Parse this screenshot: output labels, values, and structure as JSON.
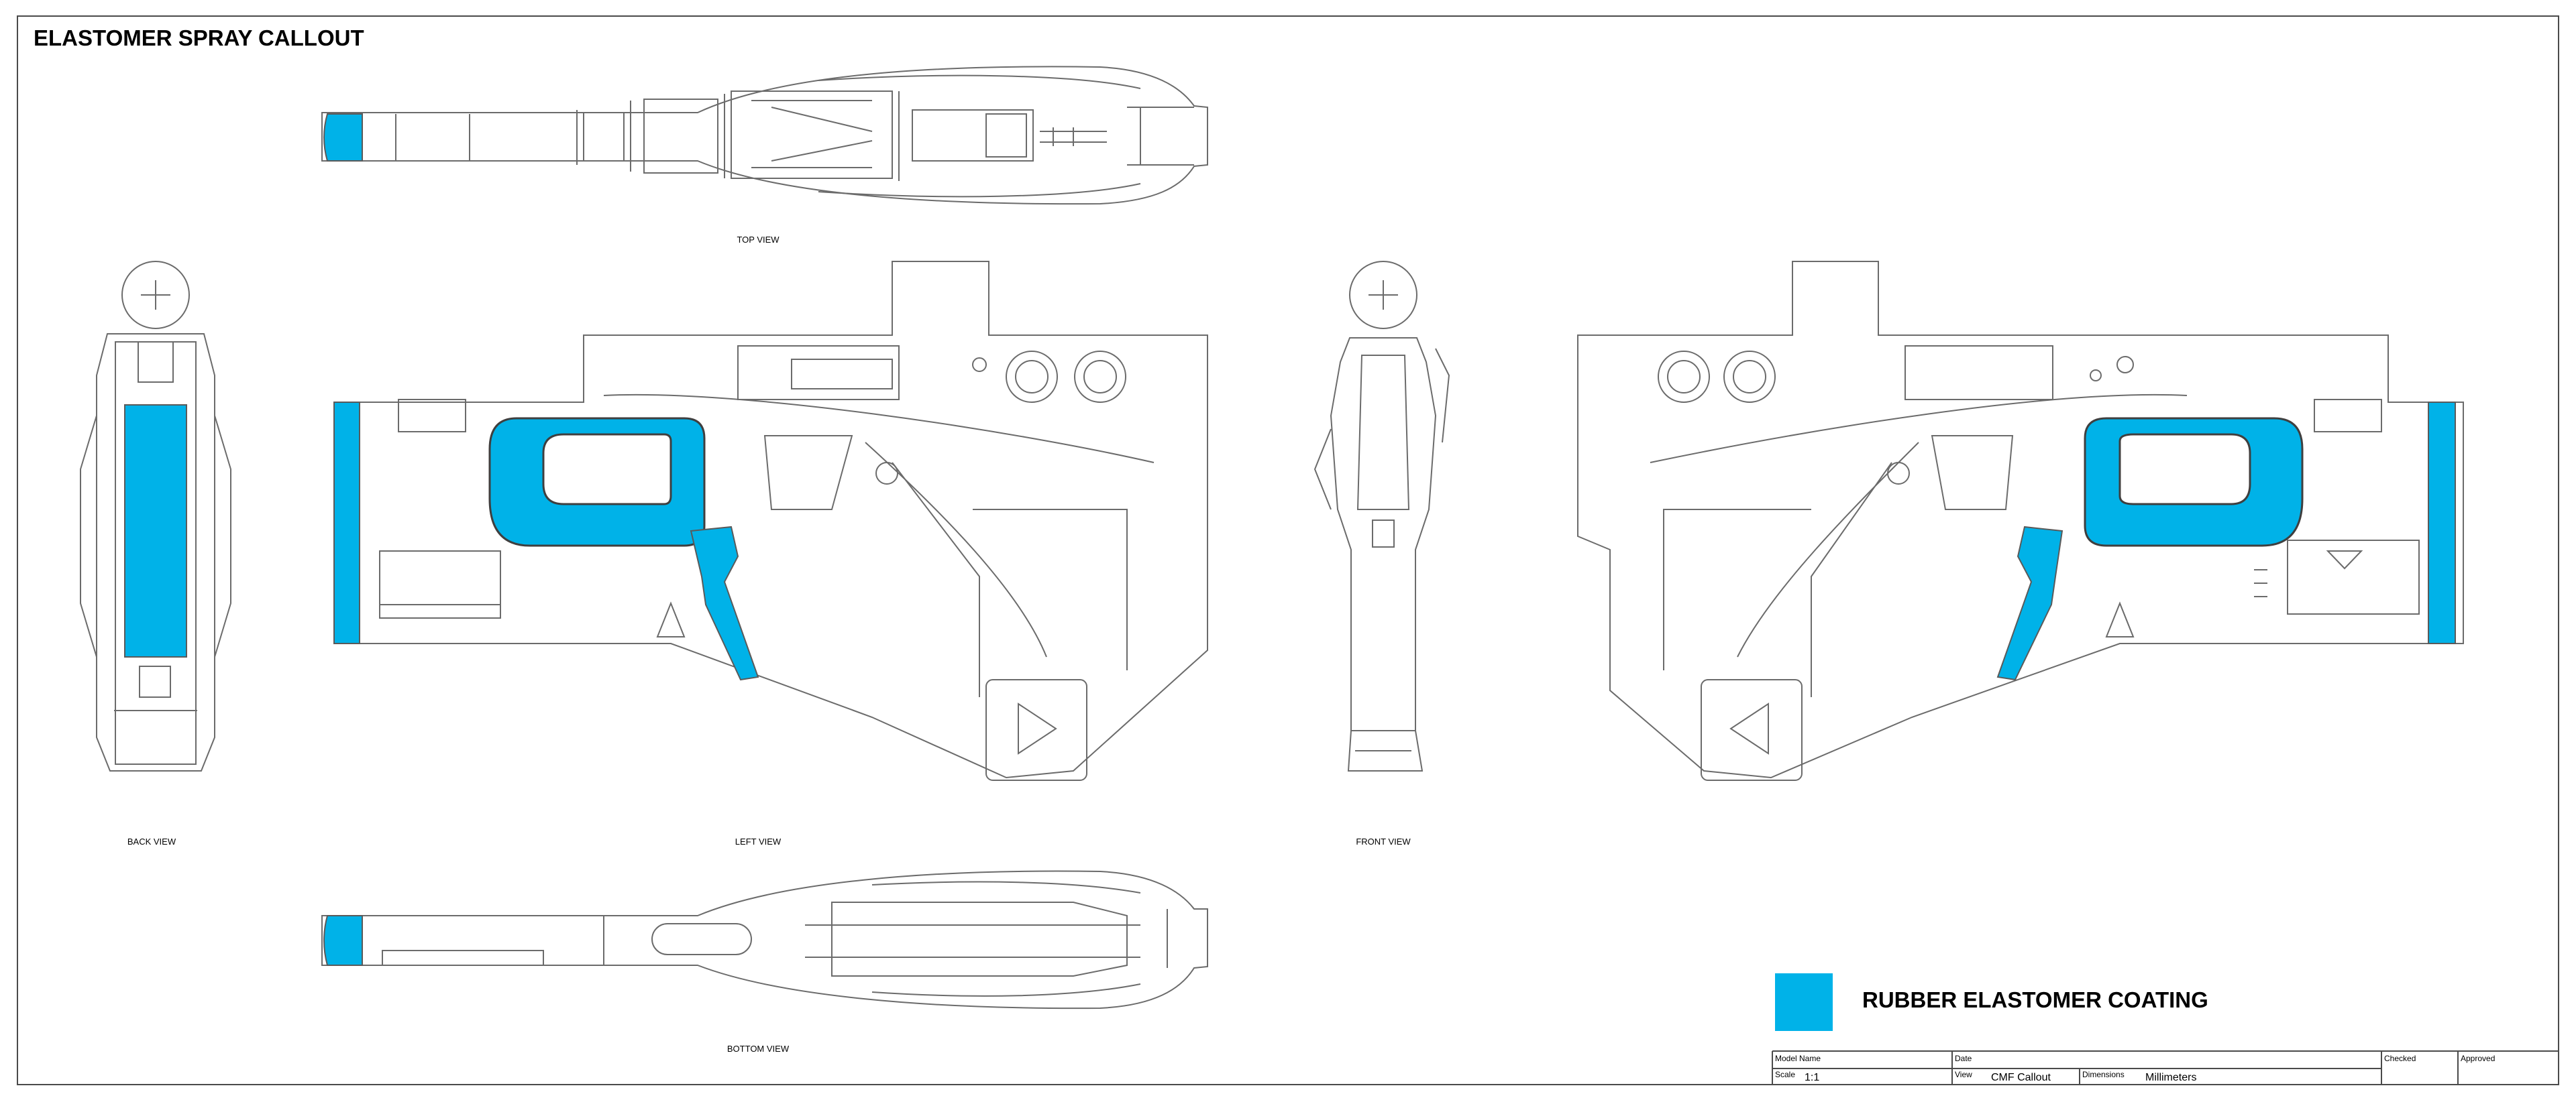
{
  "sheet": {
    "title": "ELASTOMER SPRAY CALLOUT"
  },
  "views": {
    "top": "TOP VIEW",
    "back": "BACK VIEW",
    "left": "LEFT VIEW",
    "front": "FRONT VIEW",
    "bottom": "BOTTOM VIEW"
  },
  "legend": {
    "label": "RUBBER ELASTOMER COATING",
    "color": "#00b2e8"
  },
  "title_block": {
    "model_name_label": "Model Name",
    "date_label": "Date",
    "checked_label": "Checked",
    "approved_label": "Approved",
    "scale_label": "Scale",
    "scale_value": "1:1",
    "view_label": "View",
    "view_value": "CMF Callout",
    "dimensions_label": "Dimensions",
    "dimensions_value": "Millimeters"
  },
  "colors": {
    "line": "#6b6b6b",
    "frame": "#4a4a4a",
    "coating": "#00b2e8"
  }
}
